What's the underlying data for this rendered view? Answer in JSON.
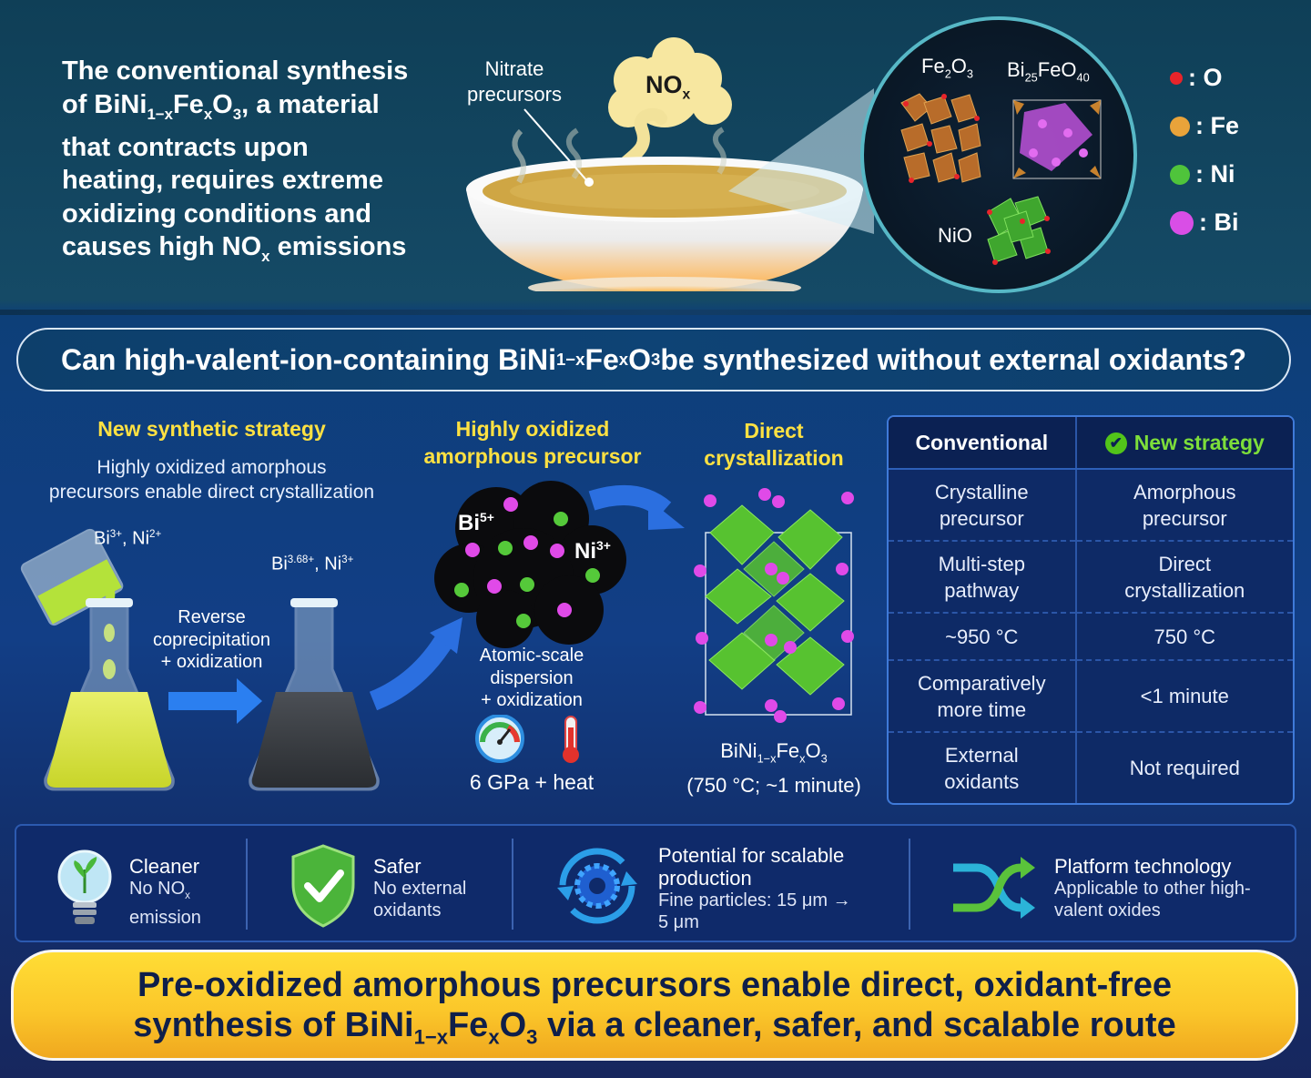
{
  "intro": {
    "line1": "The conventional synthesis",
    "line2_a": "of BiNi",
    "line2_sub1": "1−x",
    "line2_b": "Fe",
    "line2_sub2": "x",
    "line2_c": "O",
    "line2_sub3": "3",
    "line2_d": ", a material",
    "line3": "that contracts upon",
    "line4": "heating, requires extreme",
    "line5": "oxidizing conditions and",
    "line6_a": "causes high NO",
    "line6_sub": "x",
    "line6_b": " emissions"
  },
  "bowl": {
    "label_line1": "Nitrate",
    "label_line2": "precursors",
    "cloud_text": "NO",
    "cloud_sub": "x"
  },
  "circle": {
    "fe2o3": "Fe",
    "fe2o3_s1": "2",
    "fe2o3_b": "O",
    "fe2o3_s2": "3",
    "bife": "Bi",
    "bife_s1": "25",
    "bife_b": "FeO",
    "bife_s2": "40",
    "nio": "NiO"
  },
  "legend": [
    {
      "label": ": O",
      "color": "#e8242a"
    },
    {
      "label": ": Fe",
      "color": "#e9a33a"
    },
    {
      "label": ": Ni",
      "color": "#4fc43b"
    },
    {
      "label": ": Bi",
      "color": "#d94ee6"
    }
  ],
  "question": {
    "a": "Can high-valent-ion-containing BiNi",
    "s1": "1−x",
    "b": "Fe",
    "s2": "x",
    "c": "O",
    "s3": "3",
    "d": " be synthesized without external oxidants?"
  },
  "strategy": {
    "heading": "New synthetic strategy",
    "desc1": "Highly oxidized amorphous",
    "desc2": "precursors enable direct crystallization",
    "ions1": "Bi",
    "ions1_sup": "3+",
    "ions1_b": ", Ni",
    "ions1_sup2": "2+",
    "ions2": "Bi",
    "ions2_sup": "3.68+",
    "ions2_b": ", Ni",
    "ions2_sup2": "3+",
    "arrow_line1": "Reverse",
    "arrow_line2": "coprecipitation",
    "arrow_line3": "+ oxidization"
  },
  "precursor": {
    "heading1": "Highly oxidized",
    "heading2": "amorphous precursor",
    "bi": "Bi",
    "bi_sup": "5+",
    "ni": "Ni",
    "ni_sup": "3+",
    "desc1": "Atomic-scale",
    "desc2": "dispersion",
    "desc3": "+ oxidization",
    "conditions": "6 GPa + heat"
  },
  "crystal": {
    "heading1": "Direct",
    "heading2": "crystallization",
    "formula_a": "BiNi",
    "formula_s1": "1−x",
    "formula_b": "Fe",
    "formula_s2": "x",
    "formula_c": "O",
    "formula_s3": "3",
    "cond": "(750 °C; ~1 minute)"
  },
  "table": {
    "col1": "Conventional",
    "col2": "New strategy",
    "rows": [
      {
        "a1": "Crystalline",
        "a2": "precursor",
        "b1": "Amorphous",
        "b2": "precursor"
      },
      {
        "a1": "Multi-step",
        "a2": "pathway",
        "b1": "Direct",
        "b2": "crystallization"
      },
      {
        "a1": "~950 °C",
        "a2": "",
        "b1": "750 °C",
        "b2": ""
      },
      {
        "a1": "Comparatively",
        "a2": "more time",
        "b1": "<1 minute",
        "b2": ""
      },
      {
        "a1": "External",
        "a2": "oxidants",
        "b1": "Not required",
        "b2": ""
      }
    ]
  },
  "benefits": {
    "cleaner_title": "Cleaner",
    "cleaner_sub_a": "No NO",
    "cleaner_sub_s": "x",
    "cleaner_sub_b": "emission",
    "safer_title": "Safer",
    "safer_sub1": "No external",
    "safer_sub2": "oxidants",
    "scal_title1": "Potential for scalable",
    "scal_title2": "production",
    "scal_sub1": "Fine particles: 15 μm →",
    "scal_sub2": "5 μm",
    "plat_title": "Platform technology",
    "plat_sub1": "Applicable to other high-",
    "plat_sub2": "valent oxides"
  },
  "bottom": {
    "line1": "Pre-oxidized amorphous precursors enable direct, oxidant-free",
    "line2_a": "synthesis of BiNi",
    "line2_s1": "1−x",
    "line2_b": "Fe",
    "line2_s2": "x",
    "line2_c": "O",
    "line2_s3": "3",
    "line2_d": " via a cleaner, safer, and scalable route"
  }
}
